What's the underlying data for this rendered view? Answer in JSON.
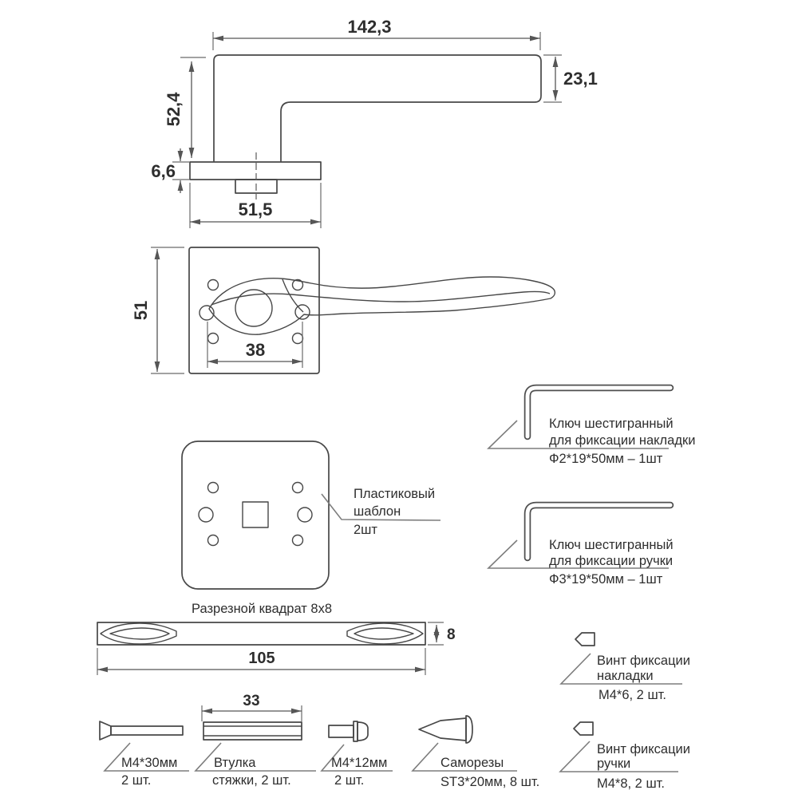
{
  "drawing": {
    "side_view": {
      "dim_length": "142,3",
      "dim_bar_height": "23,1",
      "dim_total_height": "52,4",
      "dim_plate_thickness": "6,6",
      "dim_plate_width": "51,5"
    },
    "top_view": {
      "dim_plate_height": "51",
      "dim_hole_spacing": "38"
    },
    "template": {
      "label_line1": "Пластиковый",
      "label_line2": "шаблон",
      "label_line3": "2шт"
    },
    "hex_key_plate": {
      "label_line1": "Ключ шестигранный",
      "label_line2": "для фиксации накладки",
      "label_line3": "Ф2*19*50мм – 1шт"
    },
    "hex_key_handle": {
      "label_line1": "Ключ шестигранный",
      "label_line2": "для фиксации ручки",
      "label_line3": "Ф3*19*50мм – 1шт"
    },
    "spindle": {
      "title": "Разрезной квадрат 8x8",
      "dim_length": "105",
      "dim_size": "8"
    },
    "fasteners": {
      "screw_m4_30": {
        "label_line1": "М4*30мм",
        "label_line2": "2 шт."
      },
      "sleeve": {
        "dim_length": "33",
        "label_line1": "Втулка",
        "label_line2": "стяжки, 2 шт."
      },
      "screw_m4_12": {
        "label_line1": "М4*12мм",
        "label_line2": "2 шт."
      },
      "self_tapping": {
        "label_line1": "Саморезы",
        "label_line2": "ST3*20мм, 8 шт."
      },
      "plate_set_screw": {
        "label_line1": "Винт фиксации",
        "label_line2": "накладки",
        "label_line3": "М4*6, 2 шт."
      },
      "handle_set_screw": {
        "label_line1": "Винт фиксации",
        "label_line2": "ручки",
        "label_line3": "М4*8, 2 шт."
      }
    }
  },
  "colors": {
    "background": "#ffffff",
    "part_line": "#474747",
    "dimension_line": "#565656",
    "leader_line": "#7d7d7d",
    "text": "#2e2e2e"
  }
}
